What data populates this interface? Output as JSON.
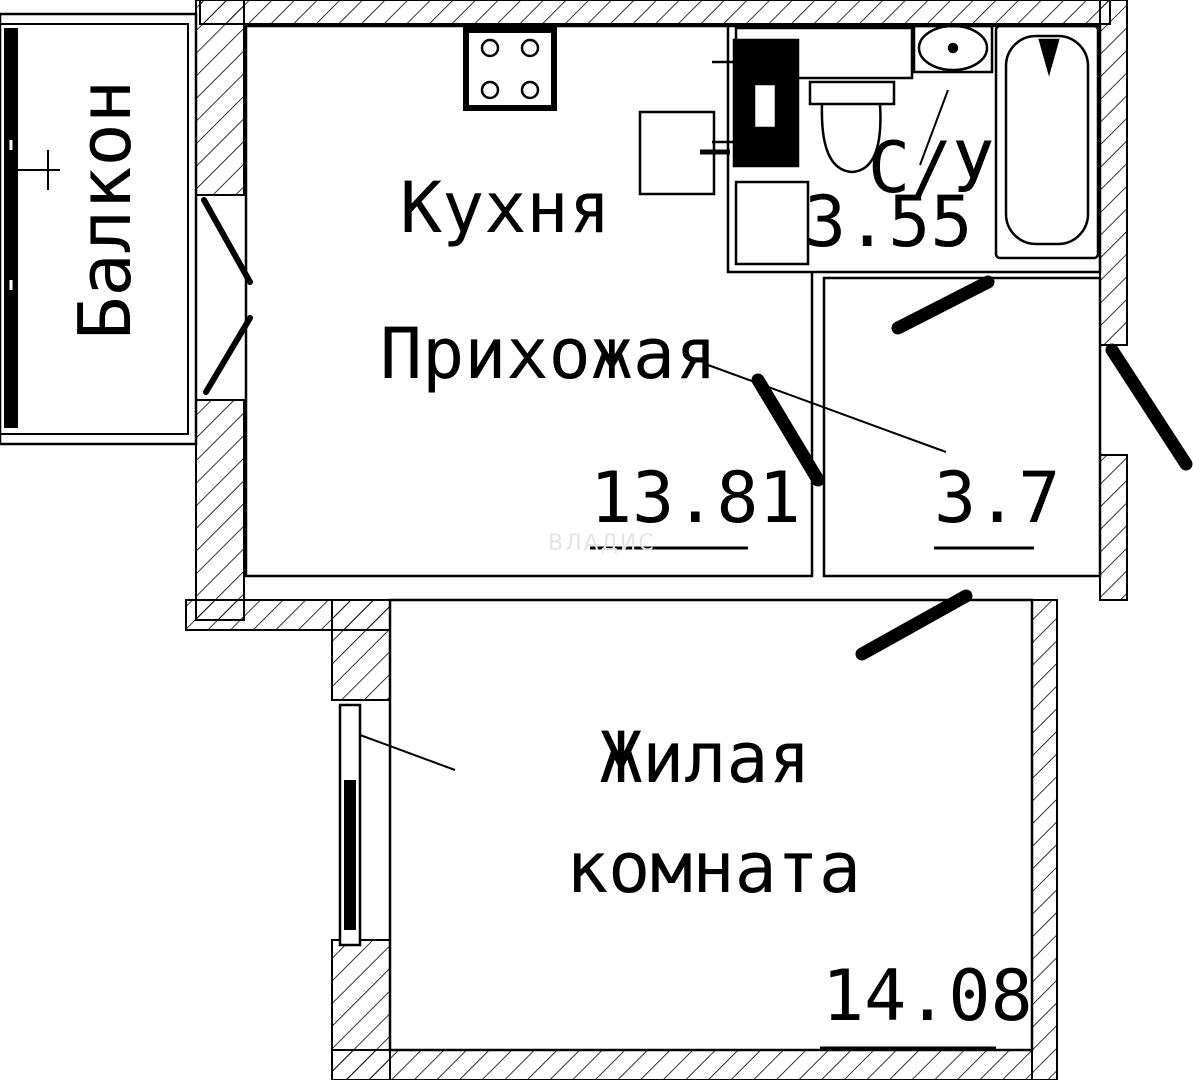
{
  "rooms": {
    "balcony": {
      "label": "Балкон"
    },
    "kitchen_hall": {
      "label_1": "Кухня",
      "label_2": "Прихожая",
      "area": "13.81"
    },
    "bathroom": {
      "label": "С/У",
      "area": "3.55"
    },
    "closet": {
      "area": "3.7"
    },
    "living": {
      "label_1": "Жилая",
      "label_2": "комната",
      "area": "14.08"
    }
  },
  "watermark": {
    "text": "ВЛАДИС"
  },
  "colors": {
    "line": "#000000",
    "hatch": "#000000",
    "background": "#ffffff"
  }
}
